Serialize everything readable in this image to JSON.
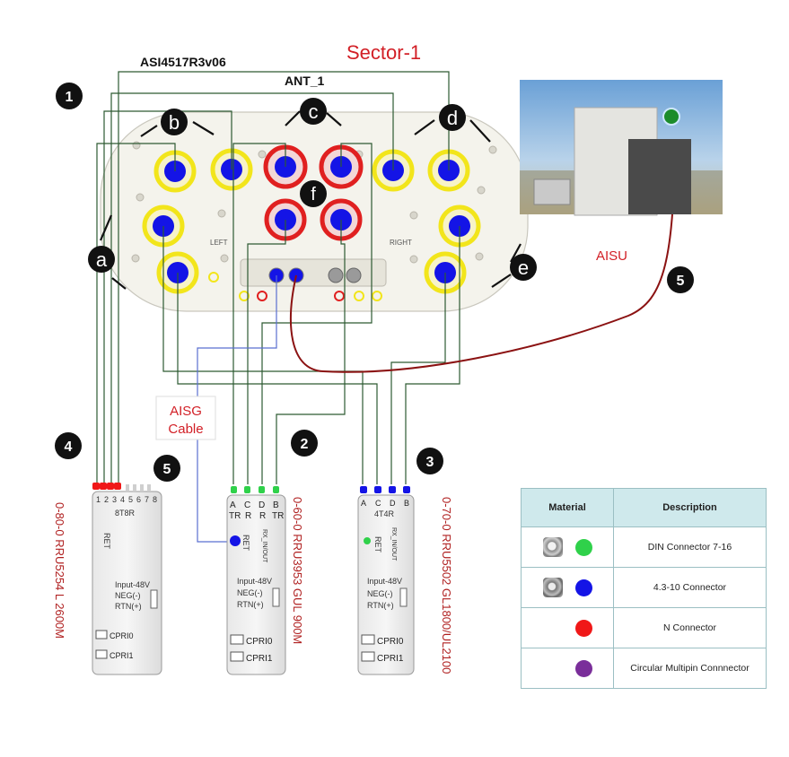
{
  "title": "Sector-1",
  "antenna": {
    "model": "ASI4517R3v06",
    "name": "ANT_1",
    "side_left": "LEFT",
    "side_right": "RIGHT"
  },
  "callouts": [
    "1",
    "2",
    "3",
    "4",
    "5",
    "5"
  ],
  "group_letters": [
    "a",
    "b",
    "c",
    "d",
    "e",
    "f"
  ],
  "labels": {
    "aisg_cable_line1": "AISG",
    "aisg_cable_line2": "Cable",
    "aisu": "AISU"
  },
  "radios": [
    {
      "name": "0-80-0 RRU5254 L 2600M",
      "model_label": "8T8R",
      "ports": [
        "1",
        "2",
        "3",
        "4",
        "5",
        "6",
        "7",
        "8"
      ],
      "ret": "RET",
      "power_title": "Input-48V",
      "neg": "NEG(-)",
      "rtn": "RTN(+)",
      "cpri0": "CPRI0",
      "cpri1": "CPRI1"
    },
    {
      "name": "0-60-0 RRU3953 GUL 900M",
      "ports": [
        "A",
        "C",
        "D",
        "B"
      ],
      "port_sub": [
        "TR",
        "R",
        "R",
        "TR"
      ],
      "ret": "RET",
      "rx_label": "RX_IN/OUT",
      "power_title": "Input-48V",
      "neg": "NEG(-)",
      "rtn": "RTN(+)",
      "cpri0": "CPRI0",
      "cpri1": "CPRI1"
    },
    {
      "name": "0-70-0 RRU5502 GL1800/UL2100",
      "model_label": "4T4R",
      "ports": [
        "A",
        "C",
        "D",
        "B"
      ],
      "ret": "RET",
      "rx_label": "RX_IN/OUT",
      "power_title": "Input-48V",
      "neg": "NEG(-)",
      "rtn": "RTN(+)",
      "cpri0": "CPRI0",
      "cpri1": "CPRI1"
    }
  ],
  "legend": {
    "headers": [
      "Material",
      "Description"
    ],
    "rows": [
      {
        "description": "DIN Connector 7-16",
        "color": "#2fd14a",
        "icon": "din-connector-icon"
      },
      {
        "description": "4.3-10 Connector",
        "color": "#1414e6",
        "icon": "4310-connector-icon"
      },
      {
        "description": "N Connector",
        "color": "#f01818",
        "icon": ""
      },
      {
        "description": "Circular Multipin Connnector",
        "color": "#7a2e9a",
        "icon": ""
      }
    ]
  },
  "colors": {
    "title_red": "#d21f26",
    "radio_name_red": "#b02020",
    "cable_green": "#2d5a32",
    "ret_cable_red": "#8b1212",
    "aisg_blue": "#5a6fd0",
    "port_yellow": "#f2e51b",
    "port_red": "#e02020",
    "port_blue": "#1414e6"
  }
}
